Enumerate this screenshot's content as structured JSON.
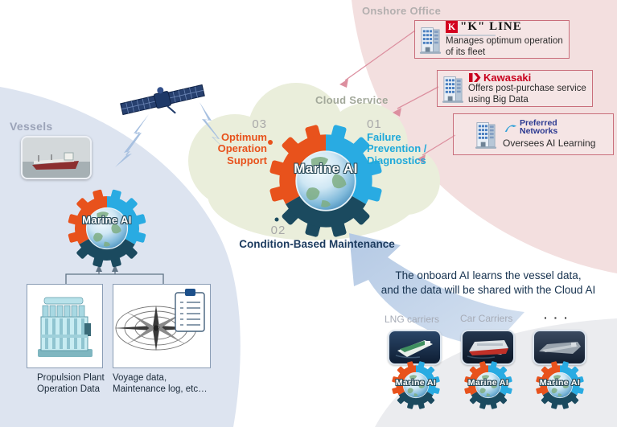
{
  "regions": {
    "onshore_office": "Onshore Office",
    "cloud_service": "Cloud Service",
    "vessels": "Vessels"
  },
  "marine_ai_label": "Marine AI",
  "companies": [
    {
      "mark": "K",
      "name": "\"K\" LINE",
      "tagline": "Manages optimum operation of its fleet"
    },
    {
      "name": "Kawasaki",
      "tagline": "Offers post-purchase service using Big Data"
    },
    {
      "name": "Preferred\nNetworks",
      "tagline": "Oversees AI Learning"
    }
  ],
  "cloud_functions": [
    {
      "num": "01",
      "label": "Failure\nPrevention /\nDiagnostics"
    },
    {
      "num": "02",
      "label": "Condition-Based Maintenance"
    },
    {
      "num": "03",
      "label": "Optimum\nOperation\nSupport"
    }
  ],
  "vessel_data_sources": [
    {
      "caption": "Propulsion Plant\nOperation Data"
    },
    {
      "caption": "Voyage data,\nMaintenance log, etc…"
    }
  ],
  "note": "The onboard AI learns the vessel data,\nand the data will be shared with the Cloud AI",
  "fleet": [
    {
      "label": "LNG carriers"
    },
    {
      "label": "Car Carriers"
    },
    {
      "label": "· · ·"
    }
  ],
  "colors": {
    "gear_orange": "#e8521c",
    "gear_cyan": "#29abe2",
    "gear_navy": "#1b4a5f",
    "kline_red": "#d3001f",
    "kawasaki_red": "#c8001e",
    "preferred_networks_blue": "#2b3990",
    "onshore_bg": "#f3dfdf",
    "vessels_bg": "#dde4f0",
    "cloud_bg": "#eaeedb"
  }
}
